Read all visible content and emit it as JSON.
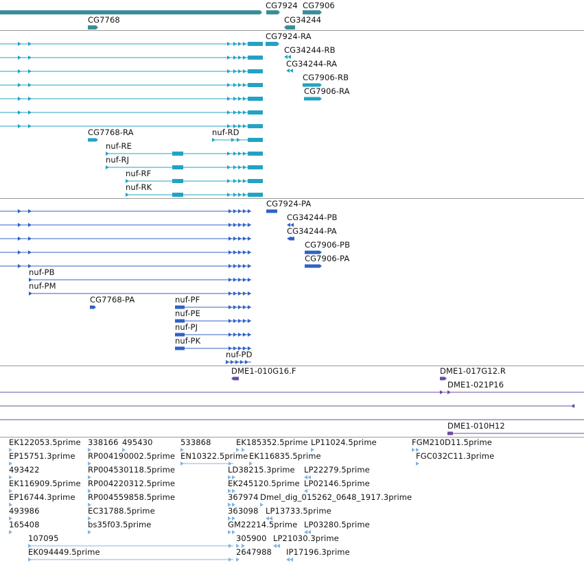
{
  "colors": {
    "gene": "#3a8e98",
    "transcript_cdna": "#22a3c3",
    "transcript_protein": "#2f62c4",
    "clone": "#6a4ea1",
    "est": "#84b4e0",
    "separator": "#9a9a9a"
  },
  "tracks": {
    "genes": [
      {
        "id": "g0",
        "label": "CG7924"
      },
      {
        "id": "g1",
        "label": "CG7906"
      },
      {
        "id": "g2",
        "label": "CG7768"
      },
      {
        "id": "g3",
        "label": "CG34244"
      }
    ],
    "transcripts": [
      {
        "id": "t0",
        "label": "CG7924-RA"
      },
      {
        "id": "t1",
        "label": "CG34244-RB"
      },
      {
        "id": "t2",
        "label": "CG34244-RA"
      },
      {
        "id": "t3",
        "label": "CG7906-RB"
      },
      {
        "id": "t4",
        "label": "CG7906-RA"
      },
      {
        "id": "t5",
        "label": "CG7768-RA"
      },
      {
        "id": "t6",
        "label": "nuf-RD"
      },
      {
        "id": "t7",
        "label": "nuf-RE"
      },
      {
        "id": "t8",
        "label": "nuf-RJ"
      },
      {
        "id": "t9",
        "label": "nuf-RF"
      },
      {
        "id": "t10",
        "label": "nuf-RK"
      }
    ],
    "proteins": [
      {
        "id": "p0",
        "label": "CG7924-PA"
      },
      {
        "id": "p1",
        "label": "CG34244-PB"
      },
      {
        "id": "p2",
        "label": "CG34244-PA"
      },
      {
        "id": "p3",
        "label": "CG7906-PB"
      },
      {
        "id": "p4",
        "label": "CG7906-PA"
      },
      {
        "id": "p5",
        "label": "nuf-PB"
      },
      {
        "id": "p6",
        "label": "nuf-PM"
      },
      {
        "id": "p7",
        "label": "CG7768-PA"
      },
      {
        "id": "p8",
        "label": "nuf-PF"
      },
      {
        "id": "p9",
        "label": "nuf-PE"
      },
      {
        "id": "p10",
        "label": "nuf-PJ"
      },
      {
        "id": "p11",
        "label": "nuf-PK"
      },
      {
        "id": "p12",
        "label": "nuf-PD"
      }
    ],
    "clones": [
      {
        "id": "c0",
        "label": "DME1-010G16.F"
      },
      {
        "id": "c1",
        "label": "DME1-017G12.R"
      },
      {
        "id": "c2",
        "label": "DME1-021P16"
      },
      {
        "id": "c3",
        "label": "DME1-010H12"
      }
    ],
    "ests": [
      {
        "id": "e0",
        "label": "EK122053.5prime"
      },
      {
        "id": "e1",
        "label": "338166"
      },
      {
        "id": "e2",
        "label": "495430"
      },
      {
        "id": "e3",
        "label": "533868"
      },
      {
        "id": "e4",
        "label": "EK185352.5prime"
      },
      {
        "id": "e5",
        "label": "LP11024.5prime"
      },
      {
        "id": "e6",
        "label": "FGM210D11.5prime"
      },
      {
        "id": "e7",
        "label": "EP15751.3prime"
      },
      {
        "id": "e8",
        "label": "RP004190002.5prime"
      },
      {
        "id": "e9",
        "label": "EN10322.5prime"
      },
      {
        "id": "e10",
        "label": "EK116835.5prime"
      },
      {
        "id": "e11",
        "label": "FGC032C11.3prime"
      },
      {
        "id": "e12",
        "label": "493422"
      },
      {
        "id": "e13",
        "label": "RP004530118.5prime"
      },
      {
        "id": "e14",
        "label": "LD38215.3prime"
      },
      {
        "id": "e15",
        "label": "LP22279.5prime"
      },
      {
        "id": "e16",
        "label": "EK116909.5prime"
      },
      {
        "id": "e17",
        "label": "RP004220312.5prime"
      },
      {
        "id": "e18",
        "label": "EK245120.5prime"
      },
      {
        "id": "e19",
        "label": "LP02146.5prime"
      },
      {
        "id": "e20",
        "label": "EP16744.3prime"
      },
      {
        "id": "e21",
        "label": "RP004559858.5prime"
      },
      {
        "id": "e22",
        "label": "367974"
      },
      {
        "id": "e23",
        "label": "Dmel_dig_015262_0648_1917.3prime"
      },
      {
        "id": "e24",
        "label": "493986"
      },
      {
        "id": "e25",
        "label": "EC31788.5prime"
      },
      {
        "id": "e26",
        "label": "363098"
      },
      {
        "id": "e27",
        "label": "LP13733.5prime"
      },
      {
        "id": "e28",
        "label": "165408"
      },
      {
        "id": "e29",
        "label": "bs35f03.5prime"
      },
      {
        "id": "e30",
        "label": "GM22214.5prime"
      },
      {
        "id": "e31",
        "label": "LP03280.5prime"
      },
      {
        "id": "e32",
        "label": "107095"
      },
      {
        "id": "e33",
        "label": "305900"
      },
      {
        "id": "e34",
        "label": "LP21030.3prime"
      },
      {
        "id": "e35",
        "label": "EK094449.5prime"
      },
      {
        "id": "e36",
        "label": "2647988"
      },
      {
        "id": "e37",
        "label": "IP17196.3prime"
      }
    ]
  }
}
